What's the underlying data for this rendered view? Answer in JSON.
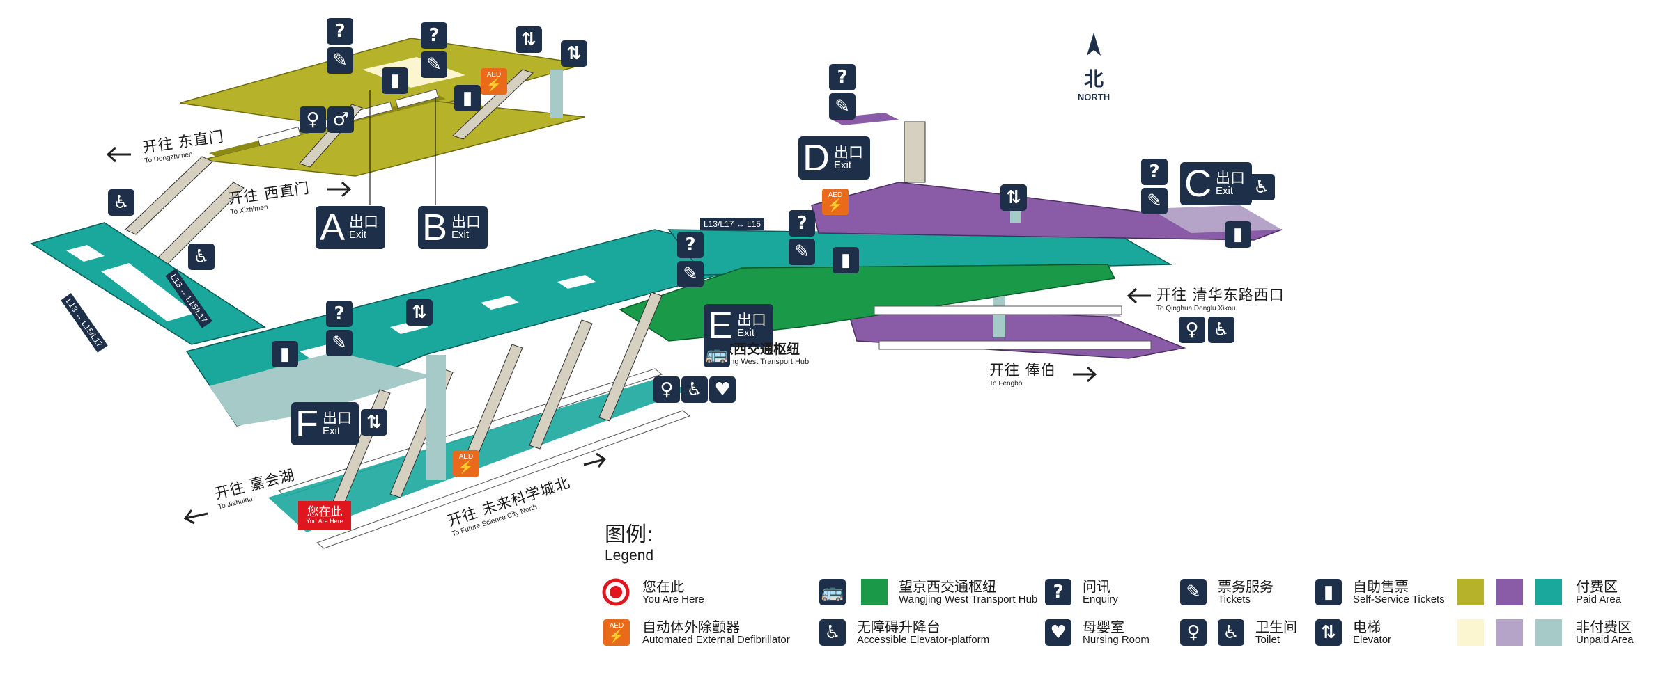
{
  "map": {
    "exits": [
      {
        "letter": "A",
        "zh": "出口",
        "en": "Exit"
      },
      {
        "letter": "B",
        "zh": "出口",
        "en": "Exit"
      },
      {
        "letter": "C",
        "zh": "出口",
        "en": "Exit"
      },
      {
        "letter": "D",
        "zh": "出口",
        "en": "Exit"
      },
      {
        "letter": "E",
        "zh": "出口",
        "en": "Exit"
      },
      {
        "letter": "F",
        "zh": "出口",
        "en": "Exit"
      }
    ],
    "directions": [
      {
        "zh": "开往 东直门",
        "en": "To Dongzhimen"
      },
      {
        "zh": "开往 西直门",
        "en": "To Xizhimen"
      },
      {
        "zh": "开往 清华东路西口",
        "en": "To Qinghua Donglu Xikou"
      },
      {
        "zh": "开往 俸伯",
        "en": "To Fengbo"
      },
      {
        "zh": "开往 嘉会湖",
        "en": "To Jiahuihu"
      },
      {
        "zh": "开往 未来科学城北",
        "en": "To Future Science City North"
      }
    ],
    "transfer_tags": [
      "L13/L17 ↔ L15",
      "L13 ↔ L15/L17",
      "L13 ↔ L15/L17"
    ],
    "hub": {
      "zh": "望京西交通枢纽",
      "en": "Wangjing West Transport Hub"
    },
    "you_are_here": {
      "zh": "您在此",
      "en": "You Are Here"
    },
    "north": {
      "zh": "北",
      "en": "NORTH"
    },
    "aed_label": "AED",
    "colors": {
      "paid_olive": "#b6b22a",
      "paid_purple": "#8a5ca8",
      "paid_teal": "#1aa79c",
      "unpaid_cream": "#fbf5d0",
      "unpaid_lilac": "#b5a4c8",
      "unpaid_grey": "#a5cac8",
      "hub_green": "#1a9a48",
      "icon_navy": "#1d2f49",
      "aed_orange": "#ea6a1c",
      "here_red": "#e0161f"
    }
  },
  "legend": {
    "title_zh": "图例:",
    "title_en": "Legend",
    "items": [
      {
        "zh": "您在此",
        "en": "You Are Here",
        "icon": "you-are-here-icon"
      },
      {
        "zh": "自动体外除颤器",
        "en": "Automated External Defibrillator",
        "icon": "aed-icon"
      },
      {
        "zh": "望京西交通枢纽",
        "en": "Wangjing West Transport Hub",
        "icon": "transport-hub-icon"
      },
      {
        "zh": "无障碍升降台",
        "en": "Accessible Elevator-platform",
        "icon": "accessible-lift-icon"
      },
      {
        "zh": "问讯",
        "en": "Enquiry",
        "icon": "enquiry-icon"
      },
      {
        "zh": "母婴室",
        "en": "Nursing Room",
        "icon": "nursing-room-icon"
      },
      {
        "zh": "票务服务",
        "en": "Tickets",
        "icon": "tickets-icon"
      },
      {
        "zh": "卫生间",
        "en": "Toilet",
        "icon": "toilet-icon"
      },
      {
        "zh": "自助售票",
        "en": "Self-Service Tickets",
        "icon": "ticket-machine-icon"
      },
      {
        "zh": "电梯",
        "en": "Elevator",
        "icon": "elevator-icon"
      },
      {
        "zh": "付费区",
        "en": "Paid Area",
        "icon": "paid-area-swatch"
      },
      {
        "zh": "非付费区",
        "en": "Unpaid Area",
        "icon": "unpaid-area-swatch"
      }
    ]
  }
}
